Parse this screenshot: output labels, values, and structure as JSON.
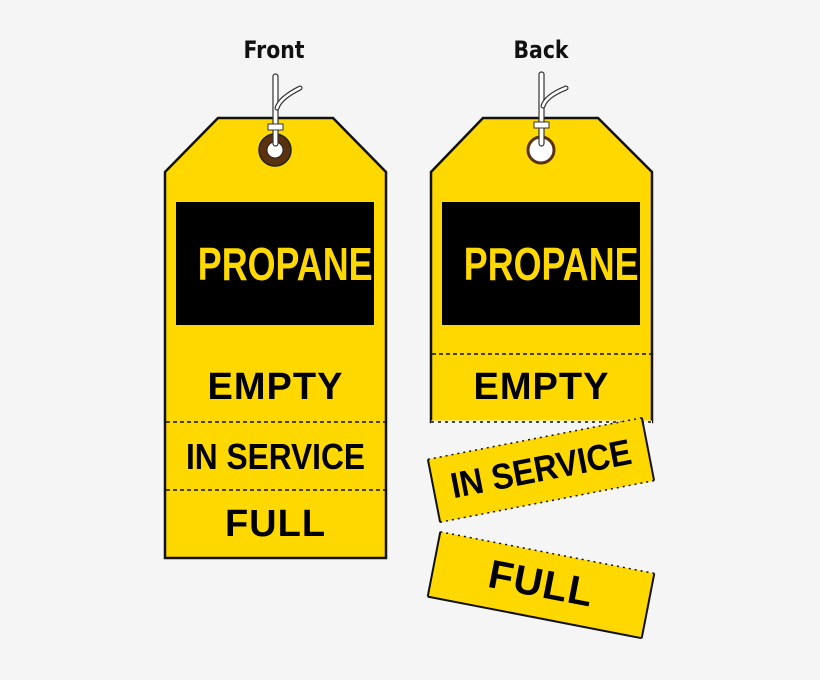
{
  "front": {
    "title": "Front",
    "header": "PROPANE",
    "sections": [
      "EMPTY",
      "IN SERVICE",
      "FULL"
    ]
  },
  "back": {
    "title": "Back",
    "header": "PROPANE",
    "sections": [
      "EMPTY"
    ],
    "detached_stubs": [
      "IN SERVICE",
      "FULL"
    ]
  },
  "colors": {
    "tag_yellow": "#ffd800",
    "header_black": "#000000",
    "grommet_front": "#5a3210",
    "grommet_back": "#ffffff",
    "background": "#f5f5f5"
  }
}
